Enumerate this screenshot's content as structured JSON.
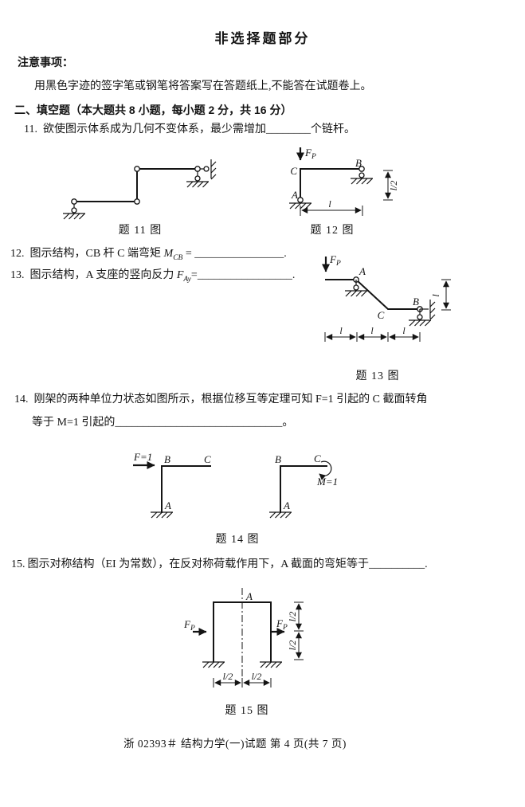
{
  "title": "非选择题部分",
  "notice": {
    "heading": "注意事项：",
    "body": "用黑色字迹的签字笔或钢笔将答案写在答题纸上,不能答在试题卷上。"
  },
  "section": {
    "heading": "二、填空题（本大题共 8 小题，每小题 2 分，共 16 分）"
  },
  "questions": {
    "q11": {
      "number": "11.",
      "text": "欲使图示体系成为几何不变体系，最少需增加",
      "blank": "________",
      "tail": "个链杆。"
    },
    "q12": {
      "number": "12.",
      "text": "图示结构，CB 杆 C 端弯矩 ",
      "var": "M",
      "sub": "CB",
      "eq": " = ",
      "blank": "________________",
      "tail": "."
    },
    "q13": {
      "number": "13.",
      "text": "图示结构，A 支座的竖向反力 ",
      "var": "F",
      "sub": "Ay",
      "eq": "=",
      "blank": "_________________",
      "tail": "."
    },
    "q14": {
      "number": "14.",
      "line1": "刚架的两种单位力状态如图所示，根据位移互等定理可知 F=1 引起的 C 截面转角",
      "line2": "等于 M=1 引起的",
      "blank": "______________________________",
      "tail": "。"
    },
    "q15": {
      "number": "15.",
      "text": "图示对称结构（EI 为常数），在反对称荷载作用下，A 截面的弯矩等于",
      "blank": "__________",
      "tail": "."
    }
  },
  "figures": {
    "fig11": {
      "caption": "题 11 图"
    },
    "fig12": {
      "caption": "题 12 图",
      "labels": {
        "force": "F",
        "force_sub": "P",
        "a": "A",
        "b": "B",
        "c": "C",
        "dim_bottom": "l",
        "dim_right": "l/2"
      }
    },
    "fig13": {
      "caption": "题 13 图",
      "labels": {
        "force": "F",
        "force_sub": "P",
        "a": "A",
        "b": "B",
        "c": "C",
        "dim1": "l",
        "dim2": "l",
        "dim3": "l",
        "dim_right": "l"
      }
    },
    "fig14": {
      "caption": "题 14 图",
      "left": {
        "force": "F=1",
        "a": "A",
        "b": "B",
        "c": "C"
      },
      "right": {
        "moment": "M=1",
        "a": "A",
        "b": "B",
        "c": "C"
      }
    },
    "fig15": {
      "caption": "题 15 图",
      "labels": {
        "a": "A",
        "force_left": "F",
        "force_left_sub": "P",
        "force_right": "F",
        "force_right_sub": "P",
        "dim_right_top": "l/2",
        "dim_right_bottom": "l/2",
        "dim_bottom_left": "l/2",
        "dim_bottom_right": "l/2"
      }
    }
  },
  "footer": "浙 02393＃ 结构力学(一)试题 第 4 页(共 7 页)"
}
